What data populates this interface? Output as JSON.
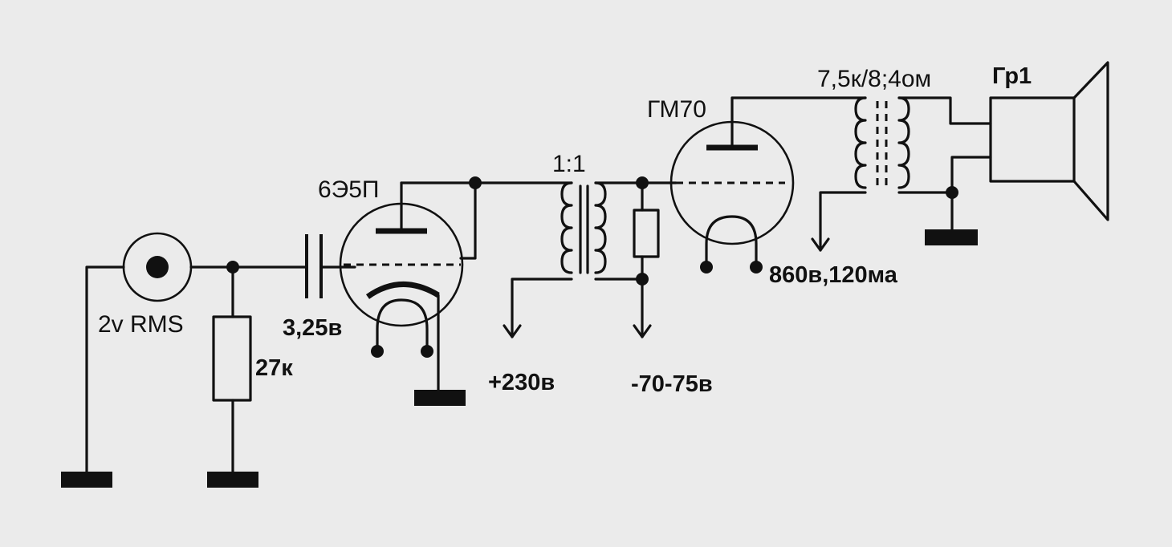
{
  "labels": {
    "input_level": "2v RMS",
    "grid_resistor": "27к",
    "bias_voltage": "3,25в",
    "driver_tube": "6Э5П",
    "interstage_ratio": "1:1",
    "anode_supply": "+230в",
    "grid_bias": "-70-75в",
    "output_tube": "ГМ70",
    "output_supply": "860в,120ма",
    "output_transformer": "7,5к/8;4ом",
    "speaker": "Гр1"
  }
}
